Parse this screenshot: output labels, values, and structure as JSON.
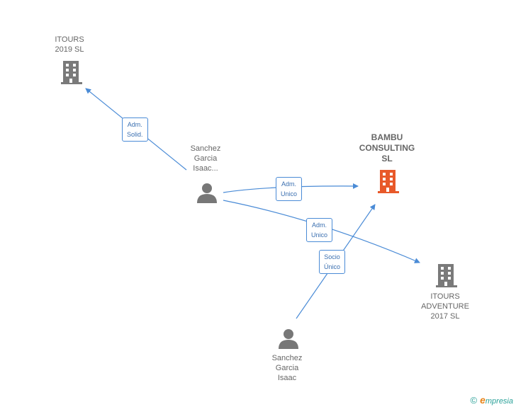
{
  "nodes": {
    "itours_2019": {
      "label": "ITOURS\n2019  SL"
    },
    "sanchez_1": {
      "label": "Sanchez\nGarcia\nIsaac..."
    },
    "bambu": {
      "label": "BAMBU\nCONSULTING\nSL"
    },
    "itours_adventure": {
      "label": "ITOURS\nADVENTURE\n2017  SL"
    },
    "sanchez_2": {
      "label": "Sanchez\nGarcia\nIsaac"
    }
  },
  "edges": {
    "e1": {
      "label": "Adm.\nSolid."
    },
    "e2": {
      "label": "Adm.\nUnico"
    },
    "e3": {
      "label": "Adm.\nUnico"
    },
    "e4": {
      "label": "Socio\nÚnico"
    }
  },
  "footer": {
    "copyright": "©",
    "brand_initial": "e",
    "brand_rest": "mpresia"
  },
  "colors": {
    "edge": "#4a8bd6",
    "building_gray": "#7a7a7a",
    "building_highlight": "#e8592a",
    "person": "#777777"
  }
}
